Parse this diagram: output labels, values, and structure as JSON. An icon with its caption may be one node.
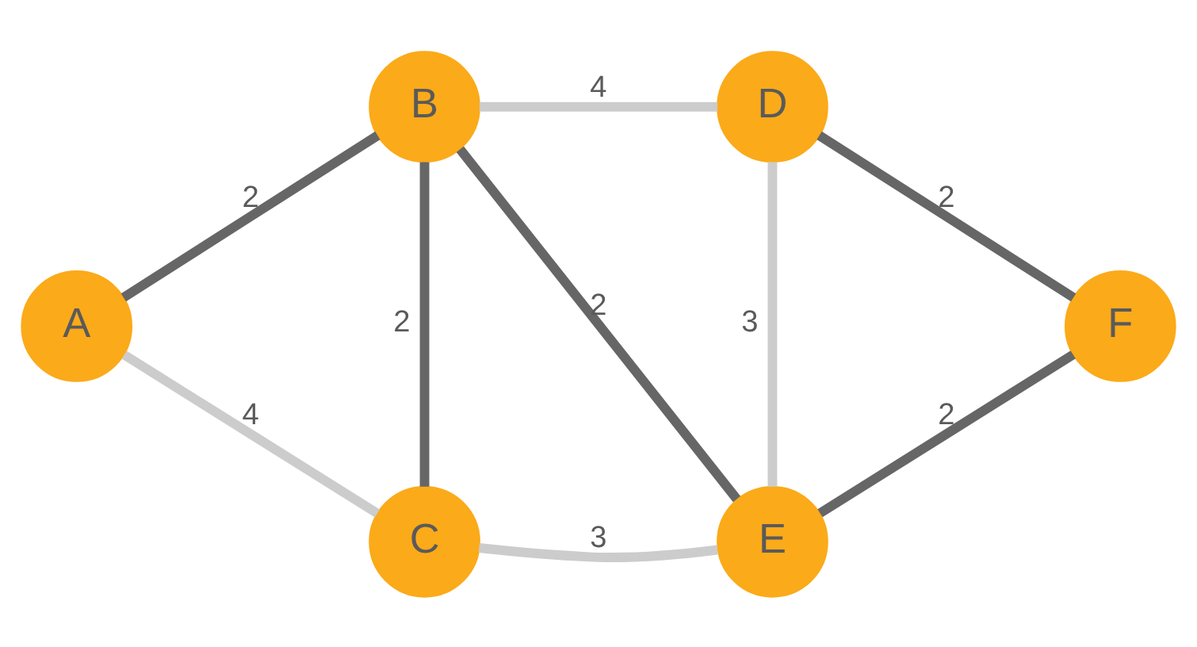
{
  "diagram": {
    "nodes": [
      {
        "text": [
          "A"
        ]
      },
      {
        "text": [
          "B"
        ]
      },
      {
        "text": [
          "C"
        ]
      },
      {
        "text": [
          "D"
        ]
      },
      {
        "text": [
          "E"
        ]
      },
      {
        "text": [
          "F"
        ]
      }
    ],
    "edges": [
      {
        "from": 0,
        "to": 1,
        "arrow": "none",
        "label": "2"
      },
      {
        "from": 0,
        "to": 2,
        "arrow": "none",
        "label": "4",
        "color": "#cccccc"
      },
      {
        "from": 1,
        "to": 2,
        "arrow": "none",
        "label": "2"
      },
      {
        "from": 1,
        "to": 3,
        "arrow": "none",
        "label": "4",
        "color": "#cccccc"
      },
      {
        "from": 1,
        "to": 4,
        "arrow": "none",
        "label": "2"
      },
      {
        "from": 3,
        "to": 4,
        "arrow": "none",
        "label": "3",
        "color": "#cccccc"
      },
      {
        "from": 3,
        "to": 5,
        "arrow": "none",
        "label": "2"
      },
      {
        "from": 2,
        "to": 4,
        "arrow": "none",
        "label": "3",
        "color": "#cccccc"
      },
      {
        "from": 4,
        "to": 5,
        "arrow": "none",
        "label": "2"
      }
    ]
  }
}
